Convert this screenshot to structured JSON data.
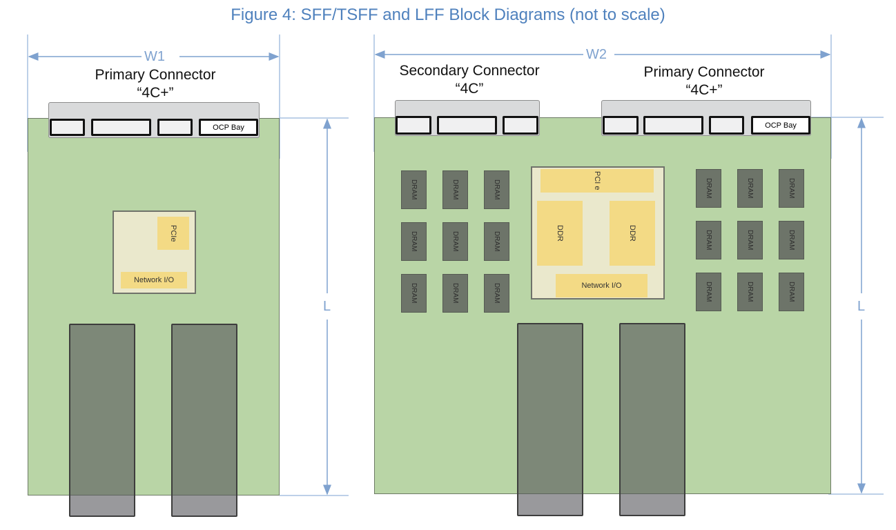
{
  "figure": {
    "title": "Figure 4: SFF/TSFF and LFF Block Diagrams (not to scale)"
  },
  "colors": {
    "title": "#4f81bd",
    "dimension_line": "#7fa2cf",
    "board": "#b9d5a6",
    "chip": "#eae8cc",
    "block": "#f3da85",
    "dram": "#6d7469",
    "heatsink": "#55555a"
  },
  "sff": {
    "width_label": "W1",
    "length_label": "L",
    "primary_connector": {
      "name": "Primary Connector",
      "type": "“4C+”",
      "slots": [
        "",
        "",
        "",
        "OCP Bay"
      ]
    },
    "asic": {
      "pcie": "PCIe",
      "network_io": "Network I/O"
    },
    "heatsinks": 2
  },
  "lff": {
    "width_label": "W2",
    "length_label": "L",
    "secondary_connector": {
      "name": "Secondary Connector",
      "type": "“4C”",
      "slots": [
        "",
        "",
        ""
      ]
    },
    "primary_connector": {
      "name": "Primary Connector",
      "type": "“4C+”",
      "slots": [
        "",
        "",
        "",
        "OCP Bay"
      ]
    },
    "asic": {
      "pcie": "PCI e",
      "ddr_left": "DDR",
      "ddr_right": "DDR",
      "network_io": "Network I/O"
    },
    "dram_label": "DRAM",
    "dram_left_count": 9,
    "dram_right_count": 9,
    "heatsinks": 2
  }
}
